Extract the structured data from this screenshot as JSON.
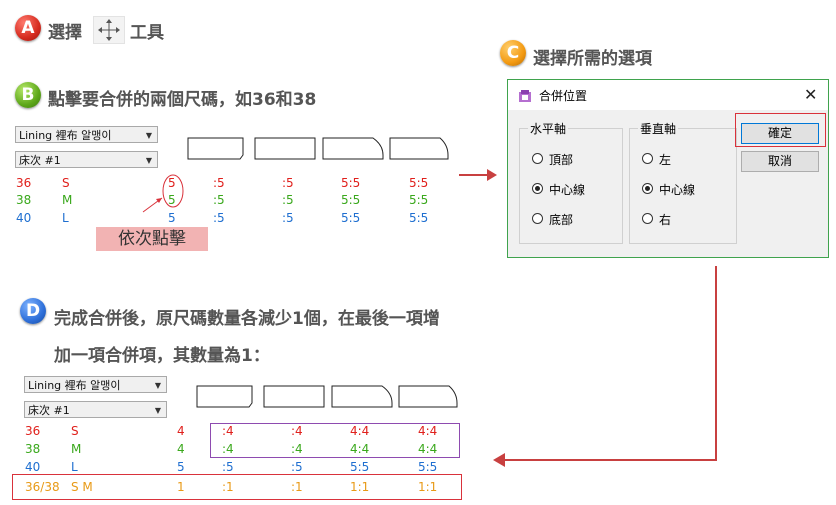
{
  "step_a": {
    "badge": "A",
    "text_before": "選擇",
    "text_after": "工具",
    "tool_icon": "move-cross-icon"
  },
  "step_b": {
    "badge": "B",
    "text": "點擊要合併的兩個尺碼，如36和38"
  },
  "step_c": {
    "badge": "C",
    "text": "選擇所需的選項"
  },
  "step_d": {
    "badge": "D",
    "line1": "完成合併後，原尺碼數量各減少1個，在最後一項增",
    "line2": "加一項合併項，其數量為1："
  },
  "annotation": {
    "text": "依次點擊"
  },
  "top_panel": {
    "fabric_select": "Lining 裡布 알맹이",
    "bed_select": "床次 #1",
    "rows": [
      {
        "size": "36",
        "letter": "S",
        "qty": "5",
        "cols": [
          ":5",
          ":5",
          "5:5",
          "5:5"
        ],
        "color": "red"
      },
      {
        "size": "38",
        "letter": "M",
        "qty": "5",
        "cols": [
          ":5",
          ":5",
          "5:5",
          "5:5"
        ],
        "color": "green"
      },
      {
        "size": "40",
        "letter": "L",
        "qty": "5",
        "cols": [
          ":5",
          ":5",
          "5:5",
          "5:5"
        ],
        "color": "blue"
      }
    ]
  },
  "bottom_panel": {
    "fabric_select": "Lining 裡布 알맹이",
    "bed_select": "床次 #1",
    "rows": [
      {
        "size": "36",
        "letter": "S",
        "qty": "4",
        "cols": [
          ":4",
          ":4",
          "4:4",
          "4:4"
        ],
        "color": "red"
      },
      {
        "size": "38",
        "letter": "M",
        "qty": "4",
        "cols": [
          ":4",
          ":4",
          "4:4",
          "4:4"
        ],
        "color": "green"
      },
      {
        "size": "40",
        "letter": "L",
        "qty": "5",
        "cols": [
          ":5",
          ":5",
          "5:5",
          "5:5"
        ],
        "color": "blue"
      },
      {
        "size": "36/38",
        "letter": "S M",
        "qty": "1",
        "cols": [
          ":1",
          ":1",
          "1:1",
          "1:1"
        ],
        "color": "orange"
      }
    ]
  },
  "dialog": {
    "title": "合併位置",
    "close": "✕",
    "horizontal": {
      "label": "水平軸",
      "options": [
        "頂部",
        "中心線",
        "底部"
      ],
      "selected": 1
    },
    "vertical": {
      "label": "垂直軸",
      "options": [
        "左",
        "中心線",
        "右"
      ],
      "selected": 1
    },
    "ok": "確定",
    "cancel": "取消"
  },
  "colors": {
    "red": "#e0201c",
    "green": "#3aa81c",
    "blue": "#1f6fd0",
    "orange": "#e89a17",
    "highlight_red": "#d9323b",
    "highlight_purple": "#8e4bb0",
    "arrow": "#c84040",
    "annotation_bg": "#f2b3b3"
  }
}
